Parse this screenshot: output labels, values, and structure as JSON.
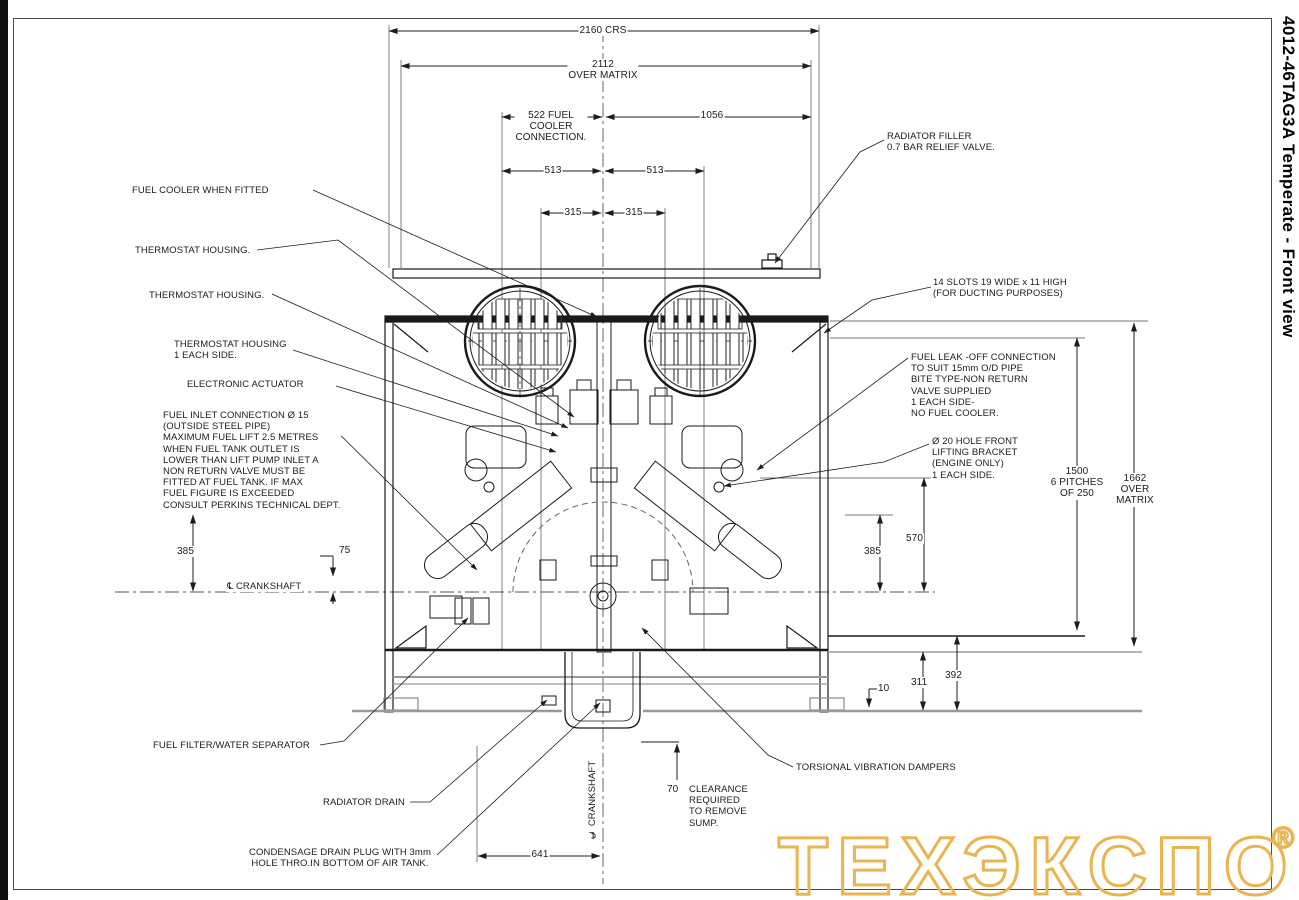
{
  "title_strip": "4012-46TAG3A Temperate - Front view",
  "watermark": {
    "text": "ТЕХЭКСПО",
    "registered": "®",
    "color": "#E9B452"
  },
  "dims": {
    "crs": "2160  CRS",
    "over_matrix_w": "2112\nOVER MATRIX",
    "fuel_cooler_conn": "522  FUEL\nCOOLER\nCONNECTION.",
    "d1056": "1056",
    "d513l": "513",
    "d513r": "513",
    "d315l": "315",
    "d315r": "315",
    "d385l": "385",
    "d75": "75",
    "d385r": "385",
    "d570": "570",
    "pitches": "1500\n6 PITCHES\nOF 250",
    "over_matrix_h": "1662\nOVER\nMATRIX",
    "d10": "10",
    "d311": "311",
    "d392": "392",
    "d641": "641",
    "d70": "70"
  },
  "callouts": {
    "fuel_cooler": "FUEL COOLER WHEN FITTED",
    "thermostat1": "THERMOSTAT HOUSING.",
    "thermostat2": "THERMOSTAT HOUSING.",
    "thermostat3": "THERMOSTAT HOUSING\n1 EACH SIDE.",
    "actuator": "ELECTRONIC ACTUATOR",
    "fuel_inlet": "FUEL INLET CONNECTION  Ø 15\n(OUTSIDE STEEL PIPE)\nMAXIMUM FUEL LIFT 2.5 METRES\nWHEN FUEL TANK OUTLET IS\nLOWER THAN LIFT PUMP INLET A\nNON RETURN VALVE MUST BE\nFITTED AT FUEL TANK. IF MAX\nFUEL FIGURE IS EXCEEDED\nCONSULT PERKINS TECHNICAL DEPT.",
    "crankshaft_h": "℄  CRANKSHAFT",
    "crankshaft_v": "℄  CRANKSHAFT",
    "fuel_filter": "FUEL FILTER/WATER SEPARATOR",
    "radiator_drain": "RADIATOR DRAIN",
    "condensate": "CONDENSAGE DRAIN PLUG WITH 3mm\nHOLE THRO.IN BOTTOM OF AIR TANK.",
    "clearance": "CLEARANCE\nREQUIRED\nTO REMOVE\nSUMP.",
    "torsional": "TORSIONAL VIBRATION DAMPERS",
    "radiator_filler": "RADIATOR FILLER\n0.7 BAR RELIEF VALVE.",
    "slots": "14 SLOTS 19 WIDE x 11 HIGH\n(FOR DUCTING PURPOSES)",
    "fuel_leak_off": "FUEL LEAK -OFF CONNECTION\nTO SUIT 15mm O/D PIPE\nBITE TYPE-NON RETURN\nVALVE SUPPLIED\n1 EACH SIDE-\nNO FUEL COOLER.",
    "lifting_bracket": "Ø 20 HOLE FRONT\nLIFTING BRACKET\n(ENGINE ONLY)\n1 EACH SIDE."
  }
}
